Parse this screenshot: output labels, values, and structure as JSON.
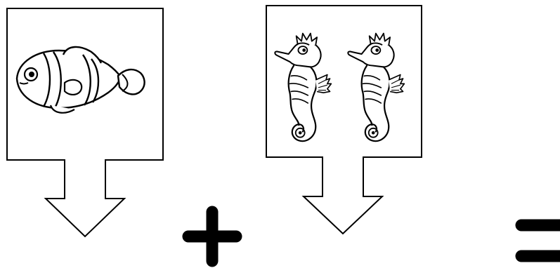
{
  "panels": [
    {
      "id": "left",
      "picture": "clownfish",
      "count": 1
    },
    {
      "id": "right",
      "picture": "seahorse",
      "count": 2
    }
  ],
  "operators": [
    {
      "symbol": "plus"
    },
    {
      "symbol": "equals"
    }
  ],
  "colors": {
    "ink": "#000000",
    "paper": "#ffffff"
  }
}
